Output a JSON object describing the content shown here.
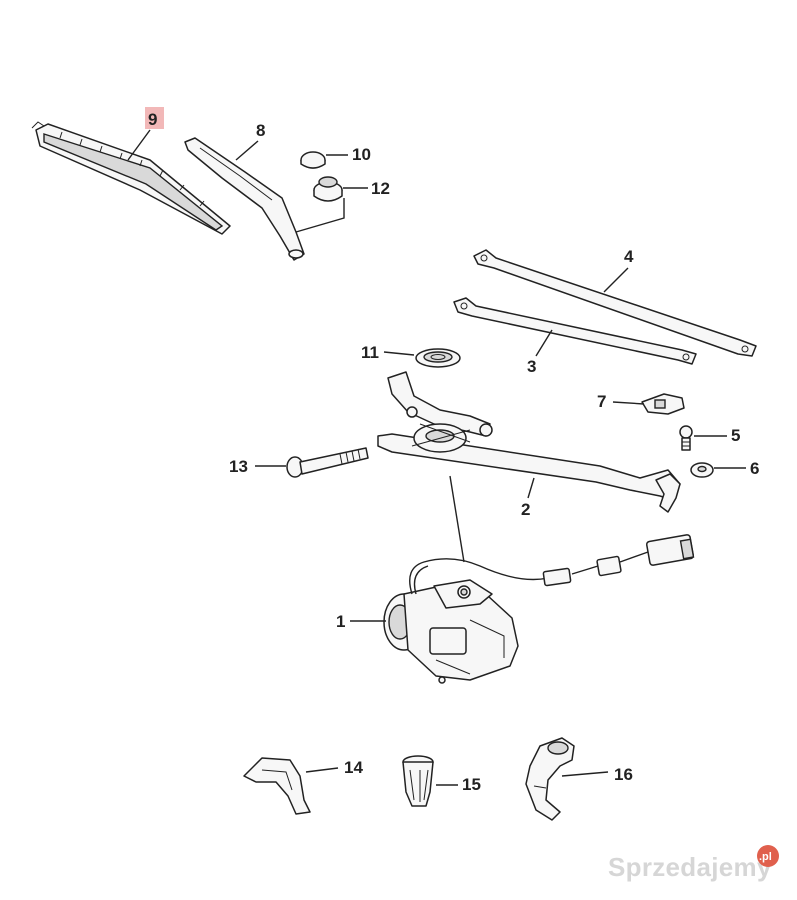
{
  "callouts": {
    "p1": "1",
    "p2": "2",
    "p3": "3",
    "p4": "4",
    "p5": "5",
    "p6": "6",
    "p7": "7",
    "p8": "8",
    "p9": "9",
    "p10": "10",
    "p11": "11",
    "p12": "12",
    "p13": "13",
    "p14": "14",
    "p15": "15",
    "p16": "16"
  },
  "highlighted_part": "9",
  "highlight_color": "#f2b8b8",
  "watermark": {
    "text": "Sprzedajemy",
    "badge": ".pl",
    "badge_color": "#e0604d"
  }
}
